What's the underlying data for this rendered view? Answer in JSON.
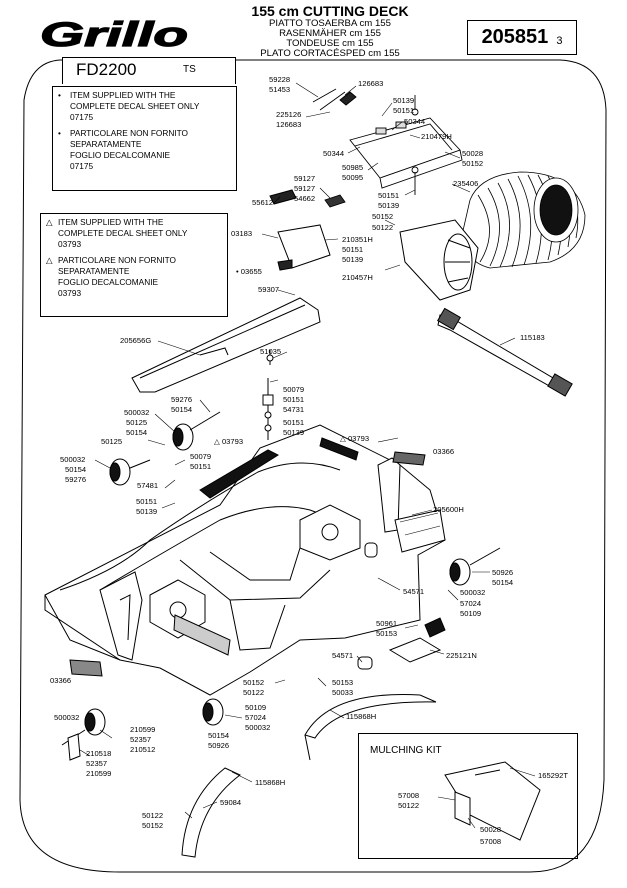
{
  "header": {
    "brand": "Grillo",
    "title": "155 cm CUTTING DECK",
    "subtitles": [
      "PIATTO TOSAERBA cm 155",
      "RASENMÄHER cm 155",
      "TONDEUSE cm 155",
      "PLATO CORTACÉSPED cm 155"
    ],
    "part_number": "205851",
    "sheet": "3",
    "model": "FD2200",
    "model_suffix": "TS"
  },
  "notes": [
    {
      "symbol": "•",
      "lines_en": [
        "ITEM SUPPLIED WITH THE",
        "COMPLETE DECAL SHEET ONLY",
        "07175"
      ],
      "lines_it": [
        "PARTICOLARE NON FORNITO",
        "SEPARATAMENTE",
        "FOGLIO DECALCOMANIE",
        "07175"
      ]
    },
    {
      "symbol": "△",
      "lines_en": [
        "ITEM SUPPLIED WITH THE",
        "COMPLETE DECAL SHEET ONLY",
        "03793"
      ],
      "lines_it": [
        "PARTICOLARE NON FORNITO",
        "SEPARATAMENTE",
        "FOGLIO DECALCOMANIE",
        "03793"
      ]
    }
  ],
  "mulching_kit": {
    "title": "MULCHING KIT"
  },
  "callouts": [
    "59228",
    "51453",
    "126683",
    "225126",
    "126683",
    "50139",
    "50151",
    "50344",
    "210479H",
    "50344",
    "50028",
    "50152",
    "50985",
    "50095",
    "59127",
    "59127",
    "54662",
    "50151",
    "50139",
    "235406",
    "55612",
    "50152",
    "50122",
    "03183",
    "210351H",
    "50151",
    "50139",
    "• 03655",
    "210457H",
    "59307",
    "115183",
    "205656G",
    "51035",
    "50079",
    "50151",
    "54731",
    "59276",
    "500032",
    "50154",
    "50125",
    "50154",
    "50125",
    "△ 03793",
    "50151",
    "50139",
    "△ 03793",
    "03366",
    "500032",
    "50154",
    "59276",
    "50079",
    "50151",
    "57481",
    "50151",
    "50139",
    "205600H",
    "50926",
    "50154",
    "54571",
    "500032",
    "57024",
    "50109",
    "50961",
    "50153",
    "225121N",
    "54571",
    "50153",
    "50033",
    "50152",
    "50122",
    "03366",
    "50109",
    "57024",
    "500032",
    "115868H",
    "500032",
    "210599",
    "52357",
    "210512",
    "50154",
    "50926",
    "210518",
    "52357",
    "210599",
    "115868H",
    "59084",
    "50122",
    "50152",
    "165292T",
    "57008",
    "50122",
    "50028",
    "57008"
  ]
}
